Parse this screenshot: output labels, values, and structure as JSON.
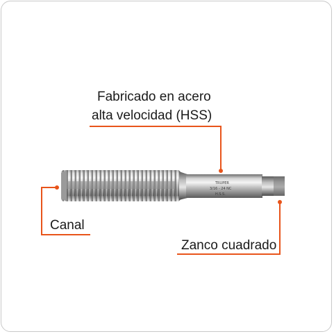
{
  "diagram": {
    "accent_color": "#e8541a",
    "labels": {
      "material_line1": "Fabricado en acero",
      "material_line2": "alta velocidad (HSS)",
      "flute": "Canal",
      "shank": "Zanco cuadrado"
    },
    "tool_marking": {
      "brand": "TRUPER",
      "size": "3/16 - 24 NC",
      "material": "H.S.S."
    }
  }
}
